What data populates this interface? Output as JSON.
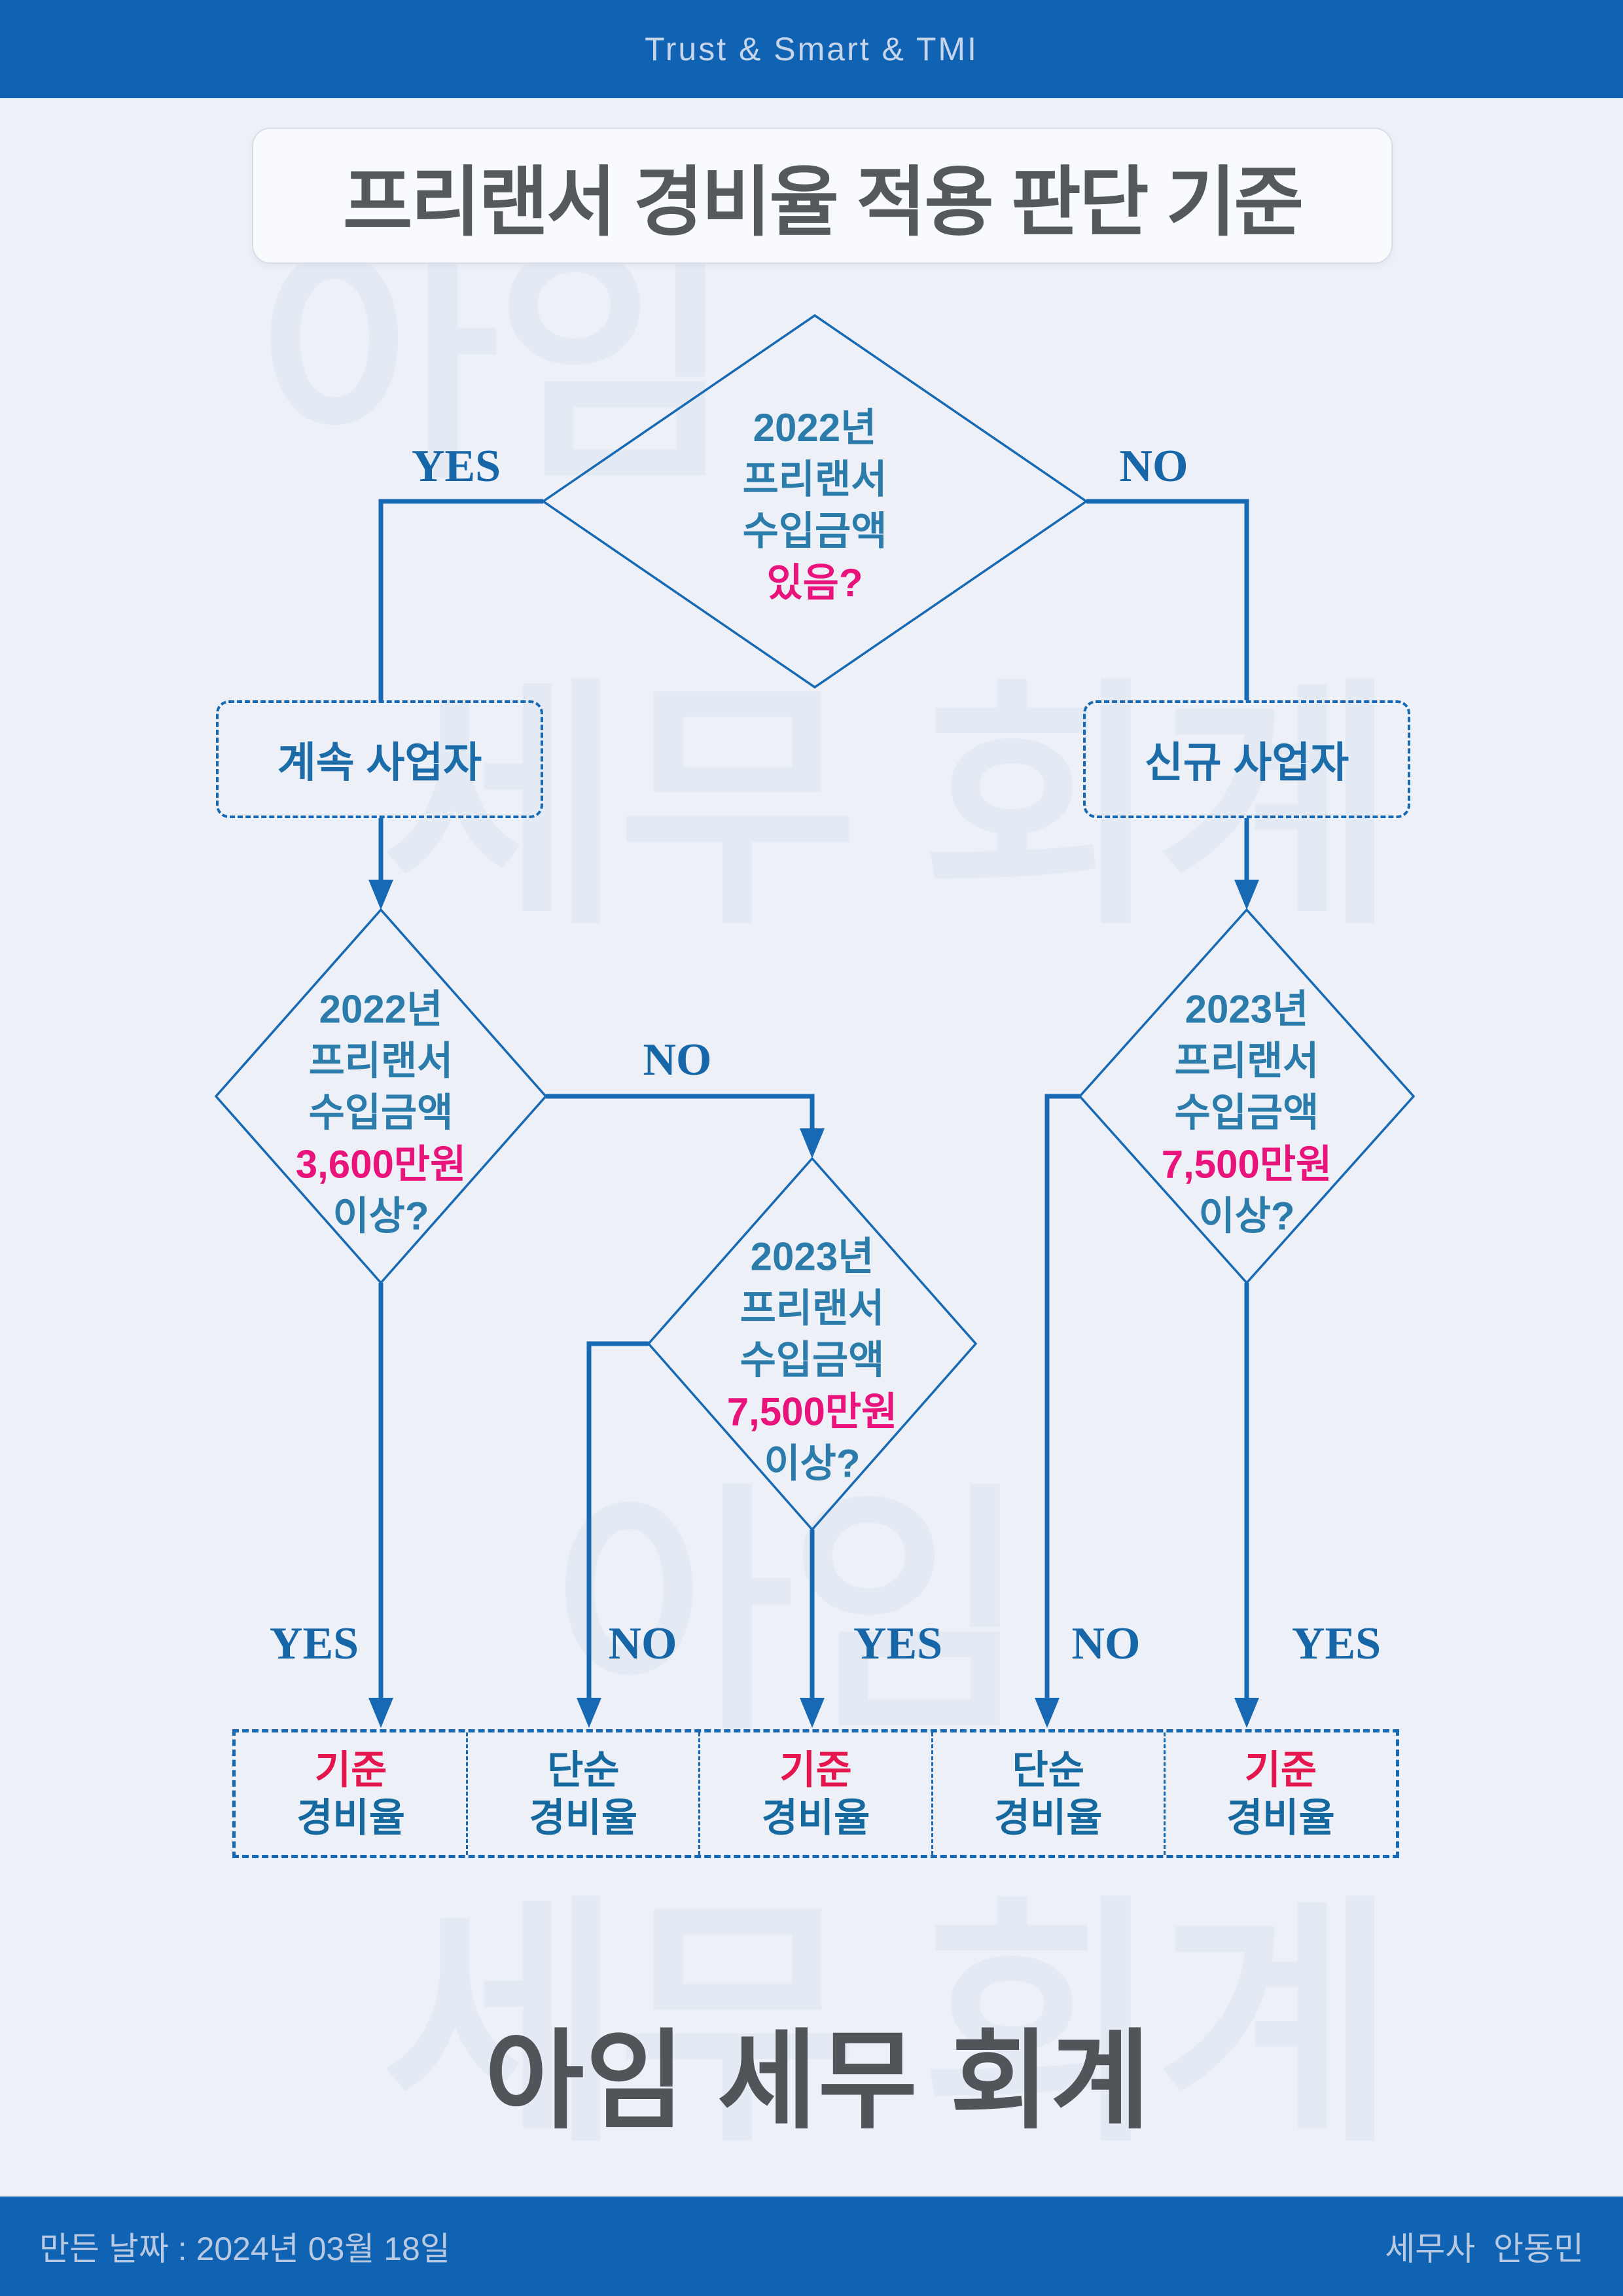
{
  "header": {
    "tagline": "Trust & Smart & TMI"
  },
  "title": "프리랜서 경비율 적용 판단 기준",
  "colors": {
    "bar_blue": "#1063b2",
    "line_blue": "#1769b4",
    "diamond_text_teal": "#2b7cab",
    "accent_pink": "#e8147c",
    "accent_crimson": "#e5154d",
    "result_blue": "#16699e",
    "branch_label_blue": "#1b6ca8",
    "yesno_blue": "#1766a8",
    "title_gray": "#55585c",
    "background": "#edf0f7",
    "watermark": "#e4eaf4"
  },
  "labels": {
    "yes": "YES",
    "no": "NO"
  },
  "flow": {
    "root": {
      "lines": [
        "2022년",
        "프리랜서",
        "수입금액"
      ],
      "question": "있음?"
    },
    "branches": {
      "left": "계속 사업자",
      "right": "신규 사업자"
    },
    "decision_left": {
      "lines": [
        "2022년",
        "프리랜서",
        "수입금액"
      ],
      "amount": "3,600만원",
      "suffix": "이상?"
    },
    "decision_middle": {
      "lines": [
        "2023년",
        "프리랜서",
        "수입금액"
      ],
      "amount": "7,500만원",
      "suffix": "이상?"
    },
    "decision_right": {
      "lines": [
        "2023년",
        "프리랜서",
        "수입금액"
      ],
      "amount": "7,500만원",
      "suffix": "이상?"
    },
    "results": [
      {
        "top": "기준",
        "bottom": "경비율"
      },
      {
        "top": "단순",
        "bottom": "경비율"
      },
      {
        "top": "기준",
        "bottom": "경비율"
      },
      {
        "top": "단순",
        "bottom": "경비율"
      },
      {
        "top": "기준",
        "bottom": "경비율"
      }
    ]
  },
  "watermarks": [
    "아임",
    "세무 회계",
    "아임",
    "세무 회계"
  ],
  "brand": "아임 세무 회계",
  "footer": {
    "date": "만든 날짜 : 2024년 03월 18일",
    "author": "세무사  안동민"
  }
}
